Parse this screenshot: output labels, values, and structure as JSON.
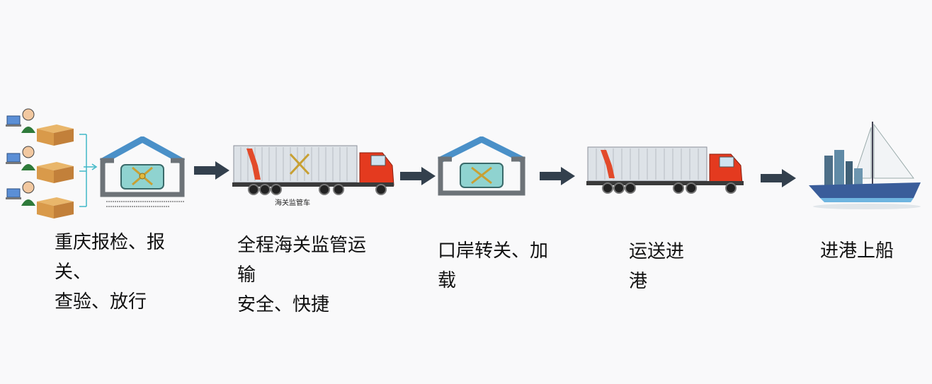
{
  "steps": [
    {
      "id": "declare",
      "lines": [
        "重庆报检、报",
        "关、",
        "查验、放行"
      ]
    },
    {
      "id": "transport",
      "lines": [
        "全程海关监管运",
        "输",
        "安全、快捷"
      ]
    },
    {
      "id": "port_transfer",
      "lines": [
        "口岸转关、加",
        "载"
      ]
    },
    {
      "id": "to_port",
      "lines": [
        "运送进",
        "港"
      ]
    },
    {
      "id": "boarding",
      "lines": [
        "进港上船"
      ]
    }
  ],
  "truck1": {
    "caption": "海关监管车"
  },
  "colors": {
    "arrow": "#33404d",
    "roof": "#4a90c8",
    "customs_box": "#8fd3d0",
    "truck_cab": "#e43a1f",
    "container": "#d8dde2",
    "box": "#d99a4a"
  }
}
